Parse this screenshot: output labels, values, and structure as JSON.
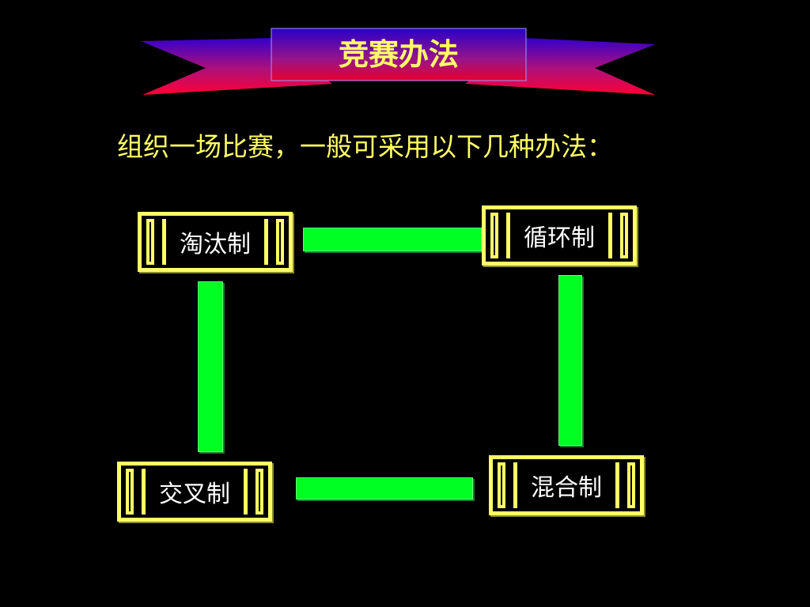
{
  "title": "竞赛办法",
  "intro": "组织一场比赛，一般可采用以下几种办法：",
  "nodes": {
    "top_left": "淘汰制",
    "top_right": "循环制",
    "bottom_left": "交叉制",
    "bottom_right": "混合制"
  },
  "colors": {
    "background": "#000000",
    "text_yellow": "#FFFF66",
    "frame_yellow": "#FFFF66",
    "connector_green": "#00FF22",
    "banner_red": "#FF0033",
    "banner_blue": "#3300CC"
  }
}
